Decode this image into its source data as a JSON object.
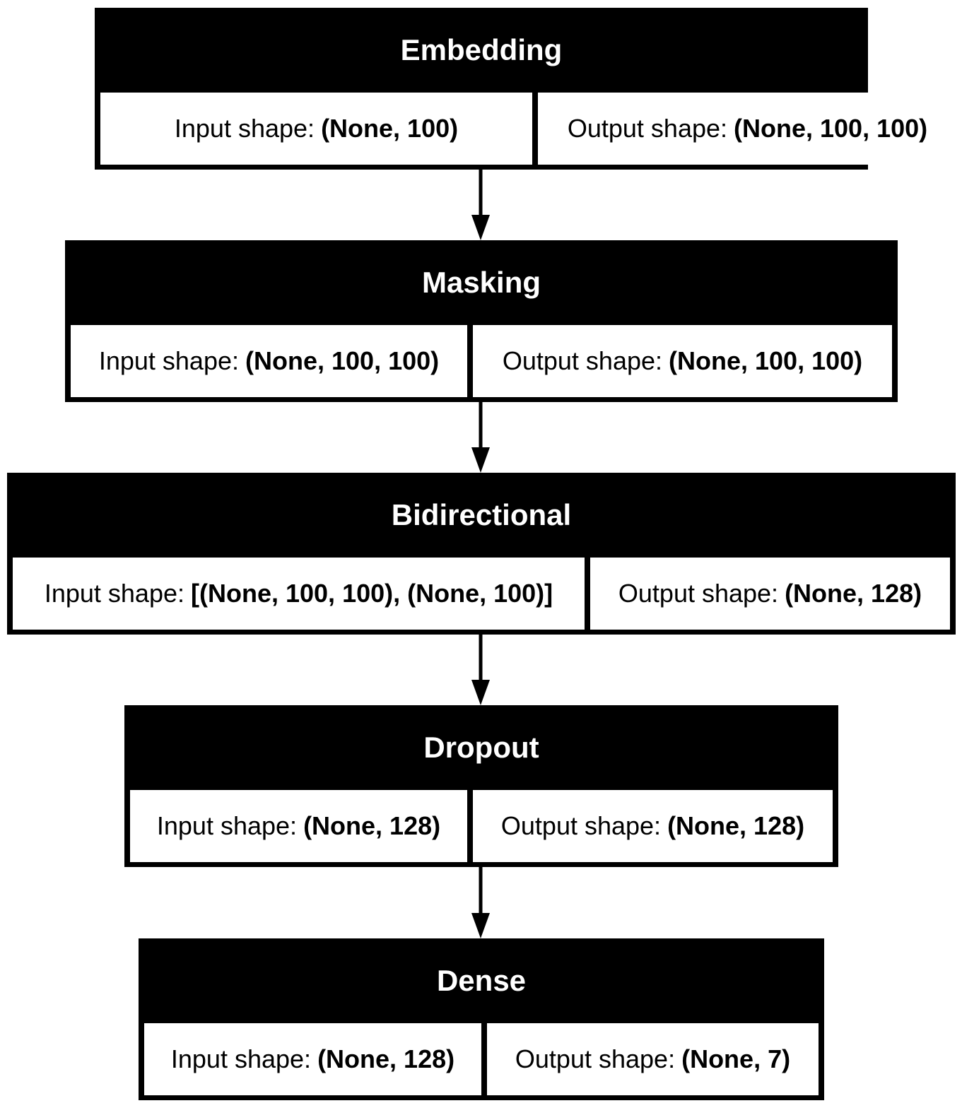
{
  "layers": [
    {
      "name": "Embedding",
      "input_label": "Input shape:",
      "input_value": "(None, 100)",
      "output_label": "Output shape:",
      "output_value": "(None, 100, 100)"
    },
    {
      "name": "Masking",
      "input_label": "Input shape:",
      "input_value": "(None, 100, 100)",
      "output_label": "Output shape:",
      "output_value": "(None, 100, 100)"
    },
    {
      "name": "Bidirectional",
      "input_label": "Input shape:",
      "input_value": "[(None, 100, 100), (None, 100)]",
      "output_label": "Output shape:",
      "output_value": "(None, 128)"
    },
    {
      "name": "Dropout",
      "input_label": "Input shape:",
      "input_value": "(None, 128)",
      "output_label": "Output shape:",
      "output_value": "(None, 128)"
    },
    {
      "name": "Dense",
      "input_label": "Input shape:",
      "input_value": "(None, 128)",
      "output_label": "Output shape:",
      "output_value": "(None, 7)"
    }
  ],
  "colors": {
    "header_background": "#000000",
    "header_text": "#ffffff",
    "cell_background": "#ffffff",
    "cell_text": "#000000",
    "arrow": "#000000"
  }
}
